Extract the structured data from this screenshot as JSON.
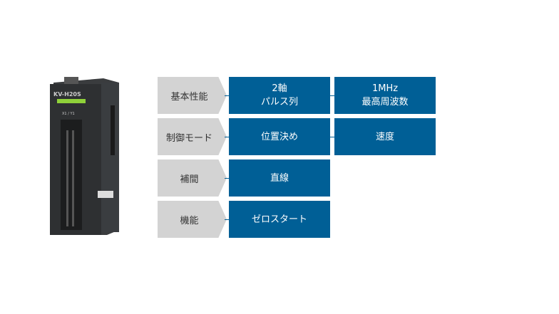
{
  "product": {
    "model": "KV-H20S",
    "port": "X1 / Y1"
  },
  "rows": [
    {
      "label": "基本性能",
      "cells": [
        {
          "l1": "2軸",
          "l2": "パルス列"
        },
        {
          "l1": "1MHz",
          "l2": "最高周波数"
        }
      ]
    },
    {
      "label": "制御モード",
      "cells": [
        {
          "l1": "位置決め"
        },
        {
          "l1": "速度"
        }
      ]
    },
    {
      "label": "補間",
      "cells": [
        {
          "l1": "直線"
        }
      ]
    },
    {
      "label": "機能",
      "cells": [
        {
          "l1": "ゼロスタート"
        }
      ]
    }
  ],
  "colors": {
    "accent": "#005f96",
    "label_bg": "#d3d3d3"
  }
}
